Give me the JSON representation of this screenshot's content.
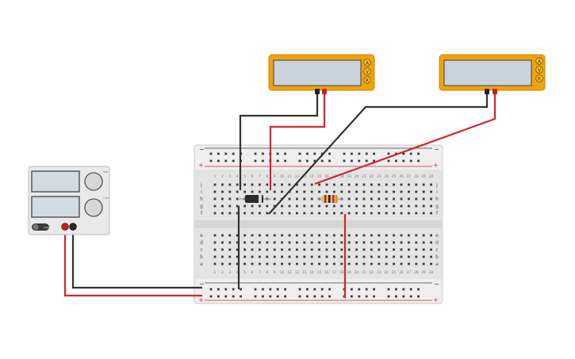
{
  "breadboard": {
    "column_numbers": [
      "1",
      "2",
      "3",
      "4",
      "5",
      "6",
      "7",
      "8",
      "9",
      "10",
      "11",
      "12",
      "13",
      "14",
      "15",
      "16",
      "17",
      "18",
      "19",
      "20",
      "21",
      "22",
      "23",
      "24",
      "25",
      "26",
      "27",
      "28",
      "29",
      "30"
    ],
    "top_row_letters": [
      "j",
      "i",
      "h",
      "g",
      "f"
    ],
    "bottom_row_letters": [
      "e",
      "d",
      "c",
      "b",
      "a"
    ],
    "rail_plus": "+",
    "rail_minus": "−"
  },
  "multimeters": [
    {
      "buttons": [
        "A",
        "V",
        "R"
      ]
    },
    {
      "buttons": [
        "A",
        "V",
        "R"
      ]
    }
  ],
  "power_supply": {
    "knob1_label": "Volt",
    "knob2_label": "Curr",
    "switch_label": "OFF"
  },
  "colors": {
    "wire_red": "#d0282d",
    "wire_black": "#333333",
    "meter_body": "#f0a30a",
    "screen": "#c8d3dc",
    "board": "#e6e6e6",
    "hole": "#3a3a3a"
  },
  "components": {
    "diode": "diode",
    "resistor": "resistor"
  }
}
